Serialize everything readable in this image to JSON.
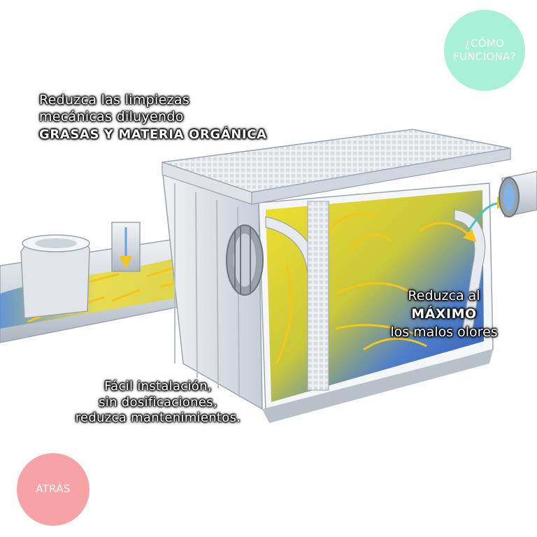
{
  "buttons": {
    "como": {
      "line1": "¿CÓMO",
      "line2": "FUNCIONA?",
      "color": "#a8f0d8"
    },
    "atras": {
      "label": "ATRÁS",
      "color": "#f7a3a6"
    }
  },
  "captions": {
    "grasas": {
      "line1": "Reduzca las limpiezas",
      "line2": "mecánicas diluyendo",
      "line3": "GRASAS Y MATERIA ORGÁNICA"
    },
    "olores": {
      "line1": "Reduzca al",
      "line2": "MÁXIMO",
      "line3": "los malos olores"
    },
    "instalacion": {
      "line1": "Fácil instalación,",
      "line2": "sin  dosificaciones,",
      "line3": "reduzca mantenimientos."
    }
  },
  "illustration": {
    "subject": "grease-trap-cutaway",
    "colors": {
      "liquid_yellow": "#f2d634",
      "liquid_blue": "#3f6fc8",
      "plastic": "#e6eaee",
      "arrow": "#f5c518"
    }
  }
}
